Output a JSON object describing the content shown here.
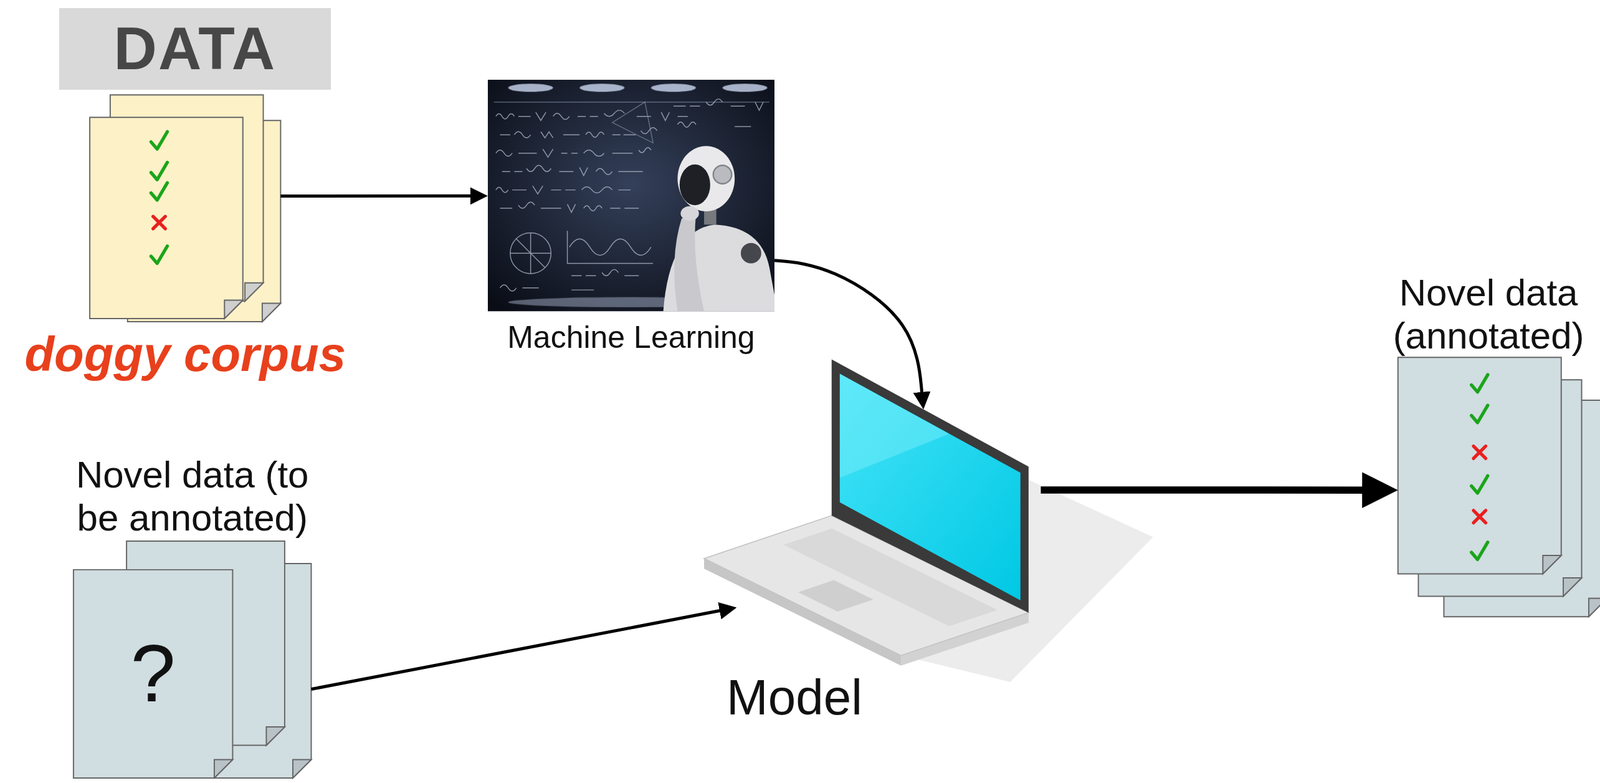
{
  "diagram": {
    "nodes": [
      {
        "text": [
          "DATA"
        ]
      },
      {
        "text": [
          "doggy corpus"
        ]
      },
      {
        "text": [
          "Machine Learning"
        ]
      },
      {
        "text": [
          "Model"
        ]
      },
      {
        "text": [
          "Novel data (to be annotated)",
          "?"
        ]
      },
      {
        "text": [
          "Novel data (annotated)"
        ]
      }
    ],
    "edges": [
      {
        "from": 1,
        "to": 2,
        "arrow": "to"
      },
      {
        "from": 2,
        "to": 3,
        "arrow": "to"
      },
      {
        "from": 4,
        "to": 3,
        "arrow": "to"
      },
      {
        "from": 3,
        "to": 5,
        "arrow": "to"
      }
    ]
  }
}
